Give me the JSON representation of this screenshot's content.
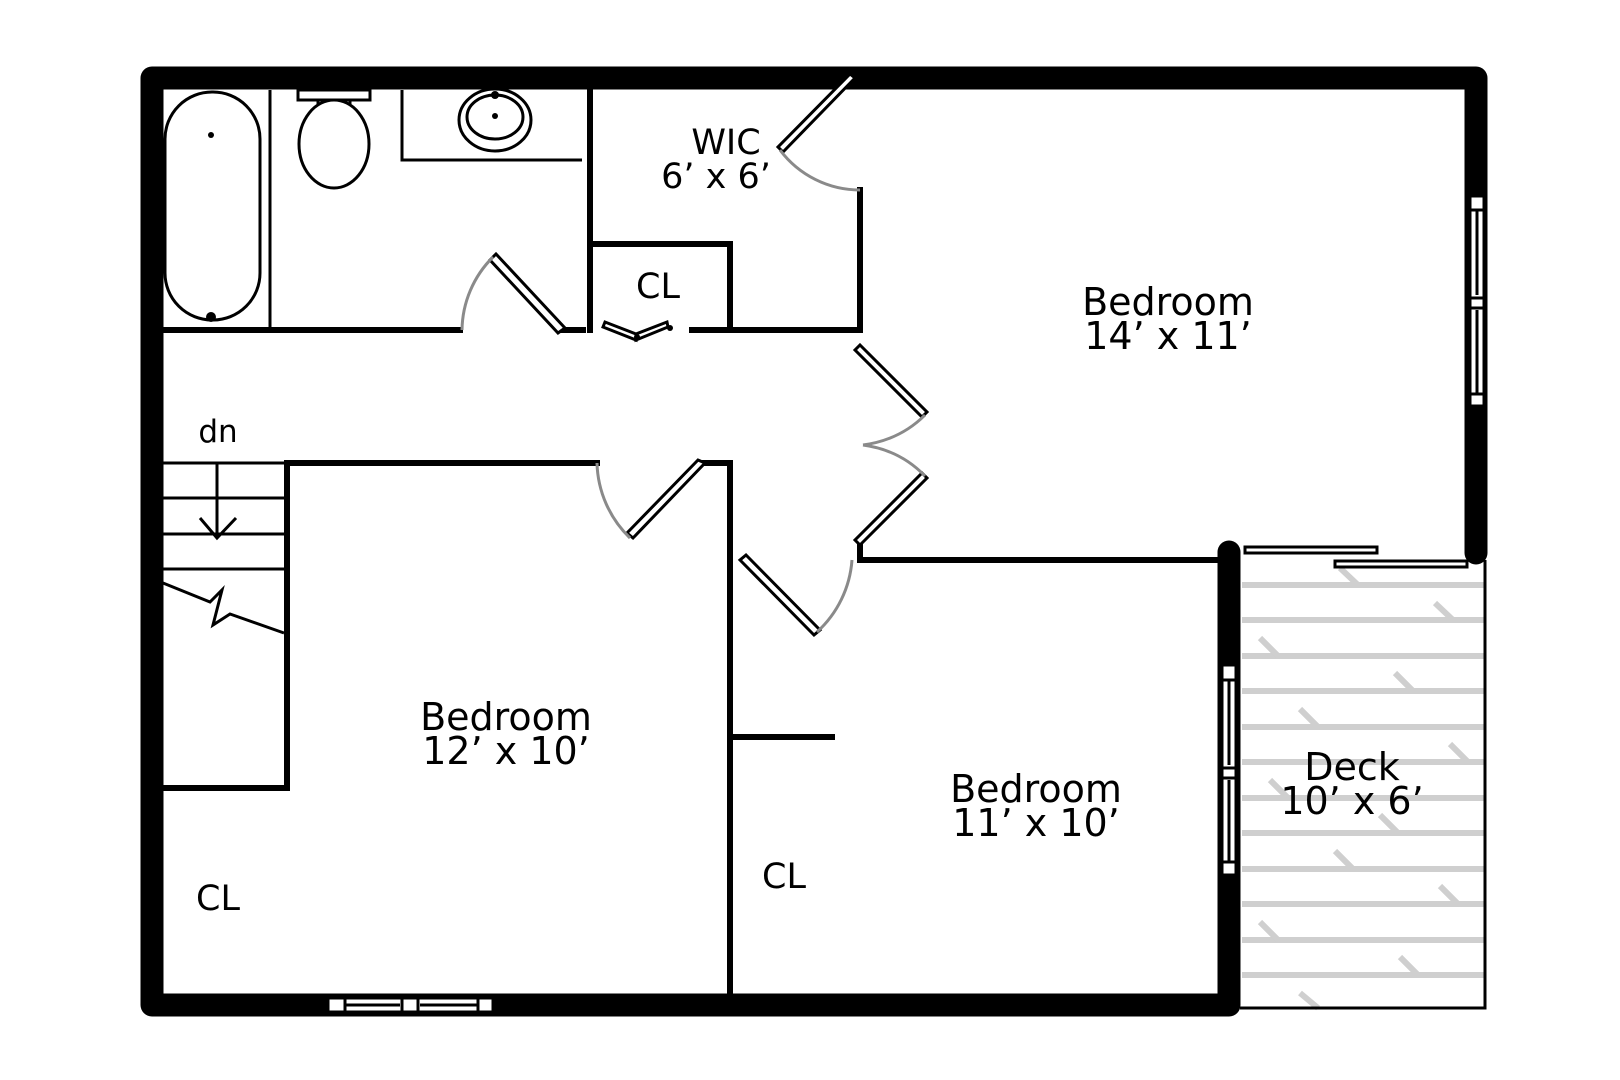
{
  "rooms": {
    "wic": {
      "name": "WIC",
      "size": "6’ x 6’"
    },
    "master": {
      "name": "Bedroom",
      "size": "14’ x 11’"
    },
    "bed_left": {
      "name": "Bedroom",
      "size": "12’ x 10’"
    },
    "bed_right": {
      "name": "Bedroom",
      "size": "11’ x 10’"
    },
    "deck": {
      "name": "Deck",
      "size": "10’ x 6’"
    }
  },
  "closets": {
    "hall": "CL",
    "bed_left": "CL",
    "bed_right": "CL"
  },
  "stairs": {
    "label": "dn"
  }
}
